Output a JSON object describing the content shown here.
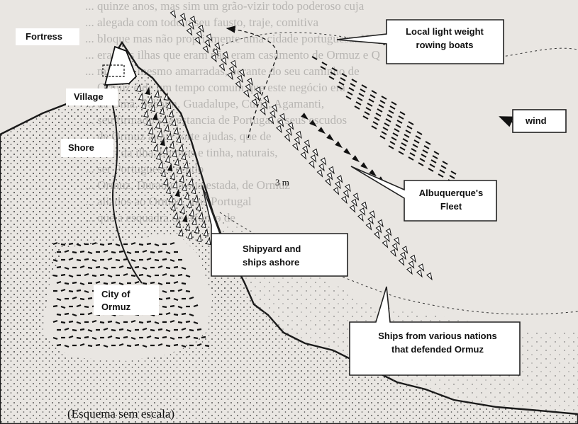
{
  "labels": {
    "fortress": "Fortress",
    "village": "Village",
    "shore": "Shore",
    "city": [
      "City of",
      "Ormuz"
    ],
    "rowing_boats": [
      "Local light weight",
      "rowing boats"
    ],
    "wind": "wind",
    "fleet": [
      "Albuquerque's",
      "Fleet"
    ],
    "shipyard": [
      "Shipyard and",
      "ships ashore"
    ],
    "nations": [
      "Ships from various nations",
      "that defended Ormuz"
    ],
    "distance": "3 m",
    "caption": "(Esquema sem escala)"
  },
  "background_text": [
    "... quinze anos, mas sim um grão-vizir todo poderoso cuja",
    "... alegada com todo o seu fausto, traje, comitiva",
    "... bloque mas não propriamente uma cidade portuguesa. Na ve",
    "... eram as ilhas que eram não eram casamento de Ormuz e Q",
    "... mantes, mesmo amarradas, perante do seu caminho de",
    "... Ormuz é de um tempo comum que este negócio era",
    "... de Omã, Sabaim, Guadalupe, Curia, Agamanti,",
    "... seu firmado sua estancia de Portugal e seus escudos",
    "... de Ormuz à que forte ajudas, que de",
    "... nem da ilha, bonitos e tinha, naturais,",
    "... ser Portugueses sendo",
    "... Ormuz, Durante a sua estada, de Ormuz",
    "... aliados ao Ormuz, mas Portugal",
    "... que a esquadra de Afonso de"
  ],
  "colors": {
    "ink": "#1a1a1a",
    "paper": "#e9e6e2",
    "callout_fill": "#ffffff"
  },
  "icons": [
    "wind-arrow-icon",
    "boat-movement-arrow-icon",
    "fortress-icon"
  ]
}
